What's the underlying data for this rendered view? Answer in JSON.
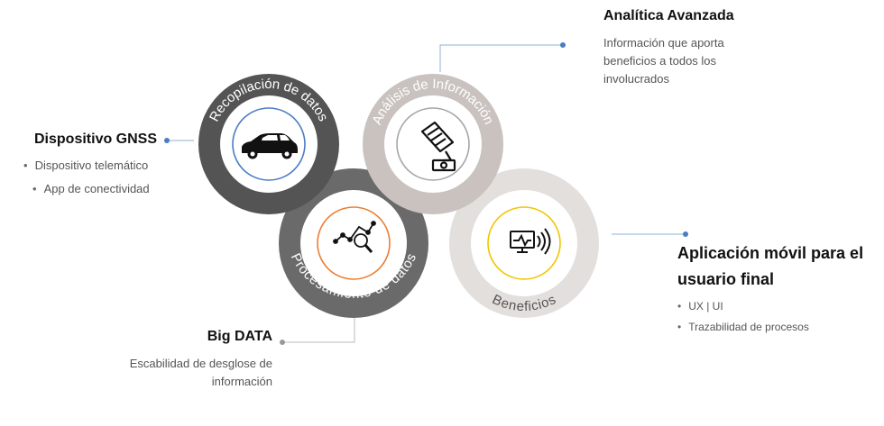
{
  "rings": [
    {
      "label": "Recopilación de datos",
      "icon": "car-icon"
    },
    {
      "label": "Análisis de Información",
      "icon": "telemetry-device-icon"
    },
    {
      "label": "Procesamiento de datos",
      "icon": "data-analysis-icon"
    },
    {
      "label": "Beneficios",
      "icon": "monitor-signal-icon"
    }
  ],
  "sections": {
    "gnss": {
      "title": "Dispositivo GNSS",
      "bullets": [
        "Dispositivo telemático",
        "App de conectividad"
      ]
    },
    "analitica": {
      "title": "Analítica Avanzada",
      "lines": [
        "Información que aporta",
        "beneficios a todos los",
        "involucrados"
      ]
    },
    "app": {
      "title_lines": [
        "Aplicación móvil para el",
        "usuario final"
      ],
      "bullets": [
        "UX | UI",
        "Trazabilidad de procesos"
      ]
    },
    "bigdata": {
      "title": "Big DATA",
      "lines": [
        "Escabilidad de desglose de",
        "información"
      ]
    }
  },
  "colors": {
    "ring1": "#545454",
    "ring2": "#c9c2bf",
    "ring3": "#6a6a6a",
    "ring4": "#e3dfdd",
    "icon_car": "#4a7cc4",
    "icon_device": "#a6a6a6",
    "icon_analysis": "#ed7d31",
    "icon_monitor": "#f2c500",
    "dot_blue": "#4a7cc4",
    "dot_gray": "#999999"
  }
}
